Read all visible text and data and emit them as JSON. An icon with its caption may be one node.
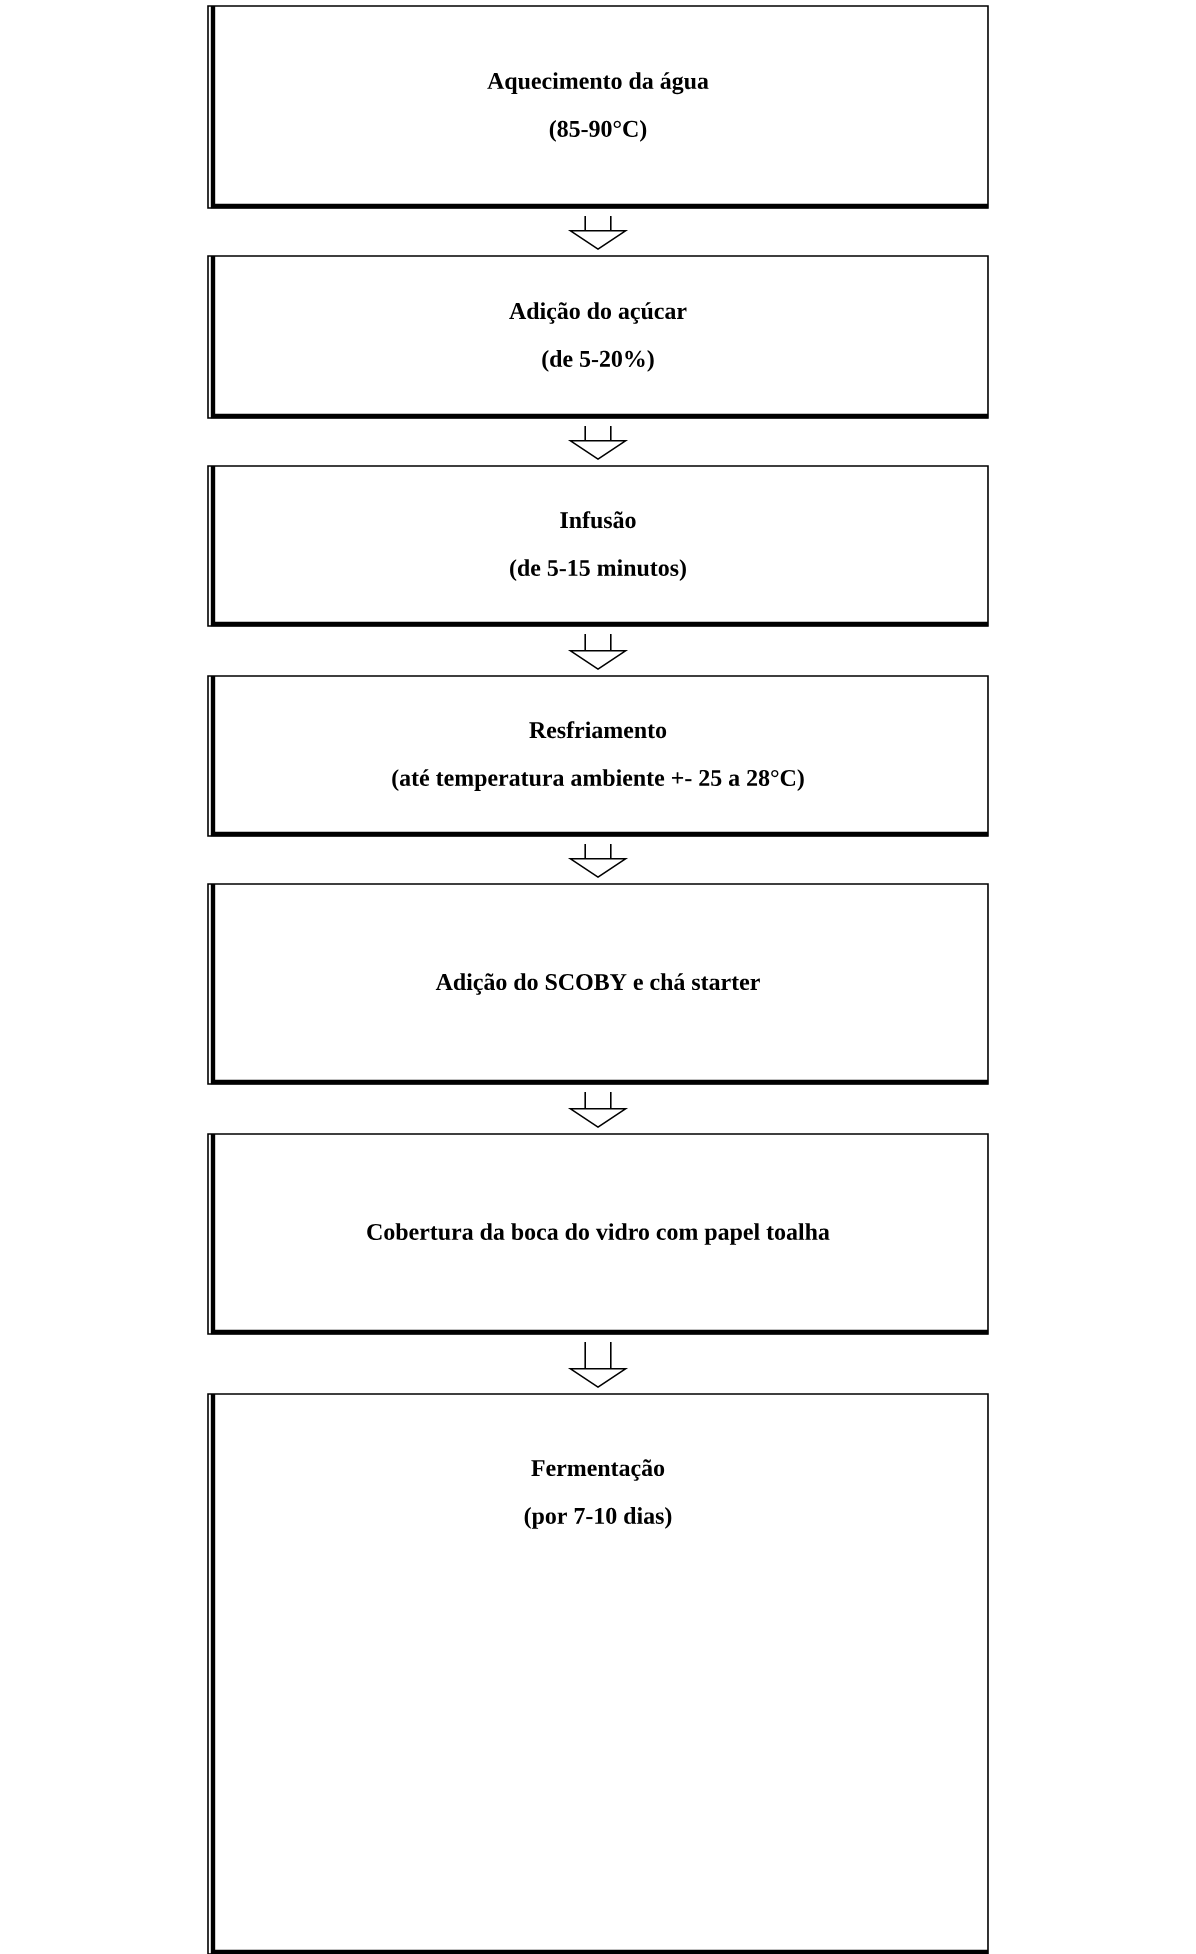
{
  "diagram": {
    "nodes": [
      {
        "text": [
          "Aquecimento da água",
          "(85-90°C)"
        ]
      },
      {
        "text": [
          "Adição do açúcar",
          "(de 5-20%)"
        ]
      },
      {
        "text": [
          "Infusão",
          "(de 5-15 minutos)"
        ]
      },
      {
        "text": [
          "Resfriamento",
          "(até temperatura ambiente +- 25 a 28°C)"
        ]
      },
      {
        "text": [
          "Adição do SCOBY e chá starter"
        ]
      },
      {
        "text": [
          "Cobertura da boca do vidro com papel toalha"
        ]
      },
      {
        "text": [
          "Fermentação",
          "(por 7-10 dias)"
        ]
      }
    ],
    "edges": [
      {
        "from": 0,
        "to": 1,
        "arrow": "to"
      },
      {
        "from": 1,
        "to": 2,
        "arrow": "to"
      },
      {
        "from": 2,
        "to": 3,
        "arrow": "to"
      },
      {
        "from": 3,
        "to": 4,
        "arrow": "to"
      },
      {
        "from": 4,
        "to": 5,
        "arrow": "to"
      },
      {
        "from": 5,
        "to": 6,
        "arrow": "to"
      }
    ]
  }
}
